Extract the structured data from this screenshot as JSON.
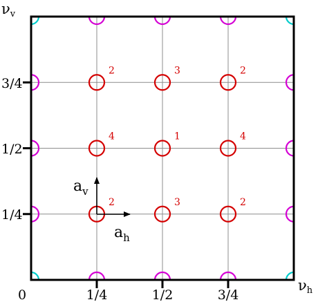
{
  "diagram": {
    "axes": {
      "horizontal_label": "ν",
      "horizontal_sub": "h",
      "vertical_label": "ν",
      "vertical_sub": "v"
    },
    "x_ticks": [
      "0",
      "1/4",
      "1/2",
      "3/4"
    ],
    "y_ticks": [
      "1/4",
      "1/2",
      "3/4"
    ],
    "vectors": {
      "horizontal": {
        "label": "a",
        "sub": "h"
      },
      "vertical": {
        "label": "a",
        "sub": "v"
      }
    },
    "red_sites": [
      {
        "x": 0.25,
        "y": 0.75,
        "label": "2"
      },
      {
        "x": 0.5,
        "y": 0.75,
        "label": "3"
      },
      {
        "x": 0.75,
        "y": 0.75,
        "label": "2"
      },
      {
        "x": 0.25,
        "y": 0.5,
        "label": "4"
      },
      {
        "x": 0.5,
        "y": 0.5,
        "label": "1"
      },
      {
        "x": 0.75,
        "y": 0.5,
        "label": "4"
      },
      {
        "x": 0.25,
        "y": 0.25,
        "label": "2"
      },
      {
        "x": 0.5,
        "y": 0.25,
        "label": "3"
      },
      {
        "x": 0.75,
        "y": 0.25,
        "label": "2"
      }
    ],
    "magenta_sites": [
      {
        "x": 0.25,
        "y": 0
      },
      {
        "x": 0.5,
        "y": 0
      },
      {
        "x": 0.75,
        "y": 0
      },
      {
        "x": 0.25,
        "y": 1
      },
      {
        "x": 0.5,
        "y": 1
      },
      {
        "x": 0.75,
        "y": 1
      },
      {
        "x": 0,
        "y": 0.25
      },
      {
        "x": 0,
        "y": 0.5
      },
      {
        "x": 0,
        "y": 0.75
      },
      {
        "x": 1,
        "y": 0.25
      },
      {
        "x": 1,
        "y": 0.5
      },
      {
        "x": 1,
        "y": 0.75
      }
    ],
    "cyan_sites": [
      {
        "x": 0,
        "y": 0
      },
      {
        "x": 1,
        "y": 0
      },
      {
        "x": 0,
        "y": 1
      },
      {
        "x": 1,
        "y": 1
      }
    ],
    "colors": {
      "frame": "#000000",
      "grid": "#8c8c8c",
      "red": "#d40000",
      "magenta": "#d400d4",
      "cyan": "#00cccc",
      "arrow": "#000000"
    }
  }
}
